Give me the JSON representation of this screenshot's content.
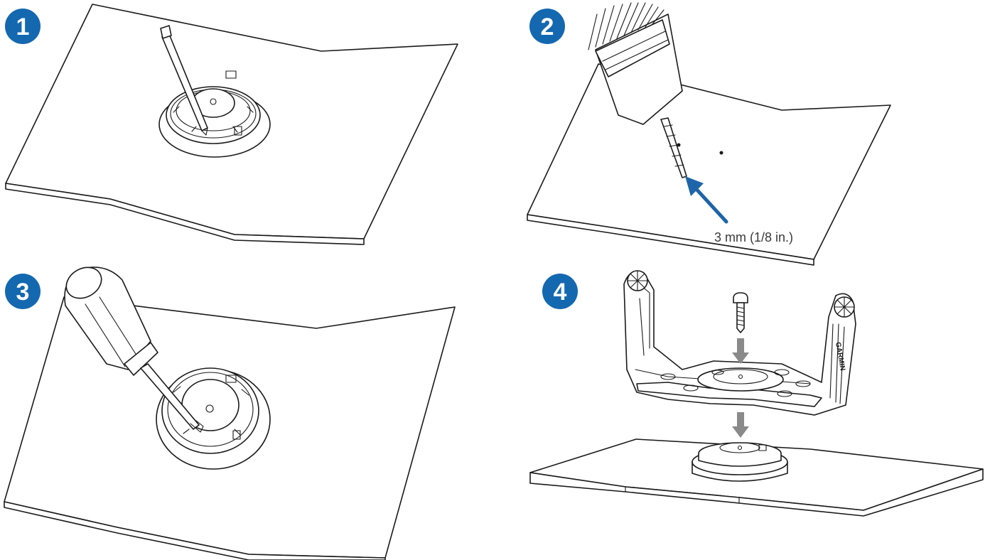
{
  "steps": [
    {
      "number": "1"
    },
    {
      "number": "2",
      "callout": "3 mm (1/8 in.)"
    },
    {
      "number": "3"
    },
    {
      "number": "4",
      "brand": "GARMIN"
    }
  ],
  "colors": {
    "badge": "#1468b0",
    "arrow_blue": "#1e64a8",
    "arrow_gray": "#8a8a8a",
    "line": "#1a1a1a"
  }
}
